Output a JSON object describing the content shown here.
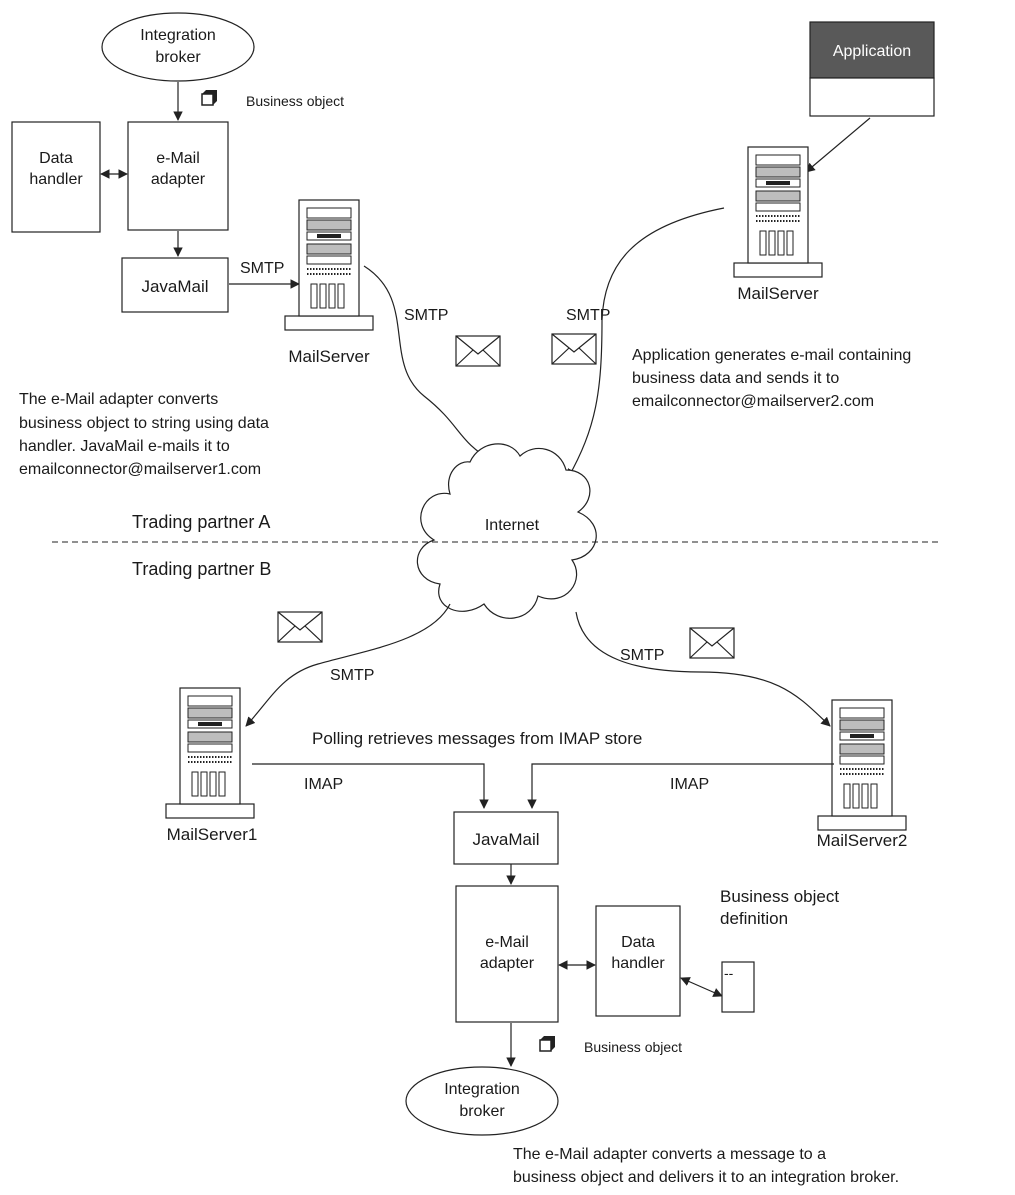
{
  "top": {
    "broker": [
      "Integration",
      "broker"
    ],
    "business_object": "Business object",
    "data_handler": [
      "Data",
      "handler"
    ],
    "adapter": [
      "e-Mail",
      "adapter"
    ],
    "javamail": "JavaMail",
    "smtp": "SMTP",
    "mailserver": "MailServer",
    "application": "Application",
    "mailserver_right": "MailServer",
    "smtp_left": "SMTP",
    "smtp_right": "SMTP",
    "note_left": [
      "The e-Mail adapter converts",
      "business object to string using data",
      "handler.  JavaMail e-mails it to",
      "emailconnector@mailserver1.com"
    ],
    "note_right": [
      "Application generates e-mail containing",
      "business data and sends it to",
      "emailconnector@mailserver2.com"
    ]
  },
  "internet": "Internet",
  "partner_a": "Trading partner A",
  "partner_b": "Trading partner B",
  "bottom": {
    "smtp_left": "SMTP",
    "smtp_right": "SMTP",
    "polling": "Polling retrieves messages from IMAP store",
    "imap_left": "IMAP",
    "imap_right": "IMAP",
    "mailserver1": "MailServer1",
    "mailserver2": "MailServer2",
    "javamail": "JavaMail",
    "adapter": [
      "e-Mail",
      "adapter"
    ],
    "data_handler": [
      "Data",
      "handler"
    ],
    "bo_definition": [
      "Business object",
      "definition"
    ],
    "bo_doc_text": "--",
    "business_object": "Business object",
    "broker": [
      "Integration",
      "broker"
    ],
    "note": [
      "The e-Mail adapter converts a message to a",
      "business object and delivers it to an integration broker."
    ]
  }
}
